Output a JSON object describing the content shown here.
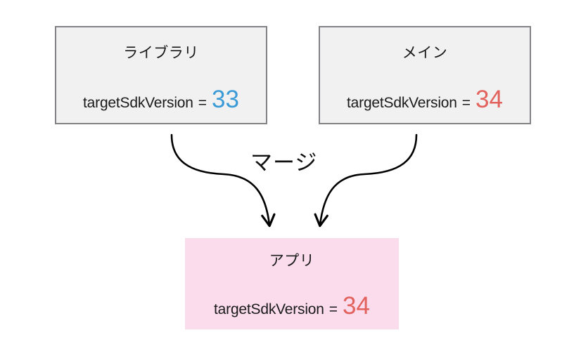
{
  "diagram": {
    "title_semantic": "targetSdkVersion-merge-diagram",
    "background_color": "#ffffff",
    "merge_label": "マージ",
    "colors": {
      "box_gray_fill": "#f1f1f1",
      "box_gray_border": "#808285",
      "box_pink_fill": "#fbdcec",
      "box_pink_border": "#e069ad",
      "value_blue": "#3b9bd6",
      "value_red": "#e2625d",
      "text_black": "#1a1a1a",
      "arrow_black": "#000000"
    },
    "nodes": [
      {
        "id": "library",
        "title": "ライブラリ",
        "property_key": "targetSdkVersion",
        "equals": "=",
        "property_value": "33",
        "value_color": "#3b9bd6",
        "style": "gray"
      },
      {
        "id": "main",
        "title": "メイン",
        "property_key": "targetSdkVersion",
        "equals": "=",
        "property_value": "34",
        "value_color": "#e2625d",
        "style": "gray"
      },
      {
        "id": "app",
        "title": "アプリ",
        "property_key": "targetSdkVersion",
        "equals": "=",
        "property_value": "34",
        "value_color": "#e2625d",
        "style": "pink"
      }
    ],
    "arrows": [
      {
        "id": "library-to-app",
        "from": "library",
        "to": "app",
        "shape": "s-curve",
        "head": "arrow"
      },
      {
        "id": "main-to-app",
        "from": "main",
        "to": "app",
        "shape": "s-curve",
        "head": "arrow"
      }
    ]
  }
}
